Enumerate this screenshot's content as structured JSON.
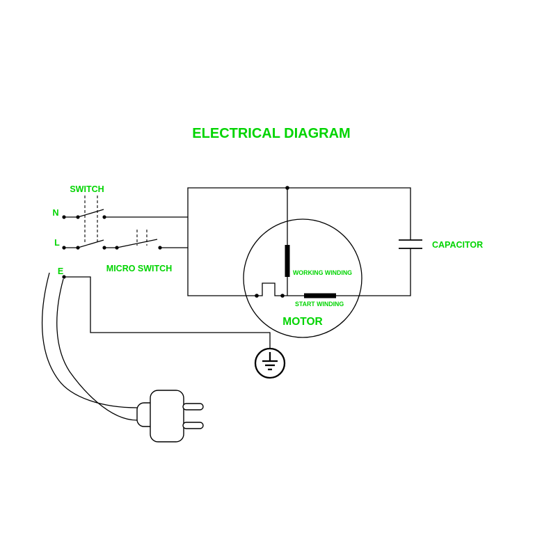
{
  "title": "ELECTRICAL DIAGRAM",
  "colors": {
    "label_green": "#00d400",
    "line_black": "#000000",
    "background": "#ffffff"
  },
  "labels": {
    "switch": "SWITCH",
    "micro_switch": "MICRO SWITCH",
    "capacitor": "CAPACITOR",
    "working_winding": "WORKING WINDING",
    "start_winding": "START WINDING",
    "motor": "MOTOR",
    "terminal_n": "N",
    "terminal_l": "L",
    "terminal_e": "E"
  },
  "diagram": {
    "type": "electrical-circuit-diagram",
    "symbols": [
      "double-pole-switch",
      "micro-switch",
      "capacitor",
      "motor-circle",
      "working-winding-coil",
      "start-winding-coil",
      "centrifugal-switch",
      "protective-earth-ground",
      "power-cord",
      "power-plug"
    ]
  }
}
